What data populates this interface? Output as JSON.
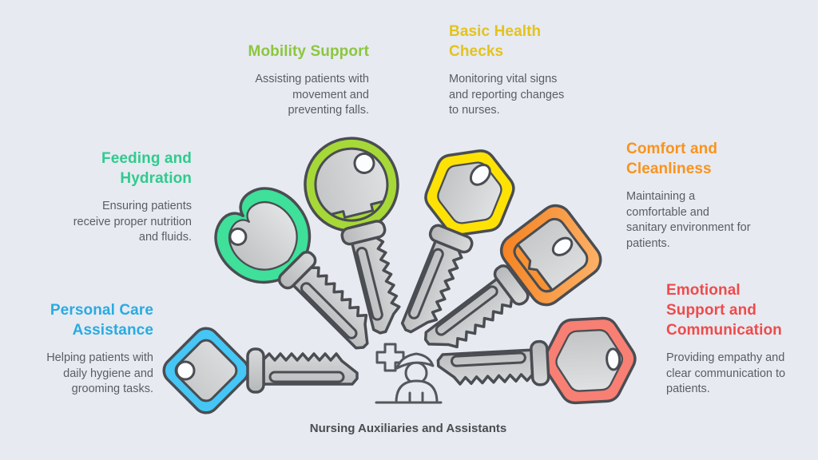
{
  "background_color": "#E7EAF1",
  "caption": "Nursing Auxiliaries and Assistants",
  "center_icons": {
    "plus": "medical-plus-icon",
    "person": "nurse-person-icon"
  },
  "outline_color": "#4A4D52",
  "duties": [
    {
      "id": "personal-care-assistance",
      "title": "Personal Care Assistance",
      "title_lines": [
        "Personal Care",
        "Assistance"
      ],
      "description": "Helping patients with daily hygiene and grooming tasks.",
      "description_lines": [
        "Helping patients with",
        "daily hygiene and",
        "grooming tasks."
      ],
      "title_color": "#29ABE2",
      "key_color": "#45C6F5",
      "key_head_shape": "rounded-diamond"
    },
    {
      "id": "feeding-and-hydration",
      "title": "Feeding and Hydration",
      "title_lines": [
        "Feeding and",
        "Hydration"
      ],
      "description": "Ensuring patients receive proper nutrition and fluids.",
      "description_lines": [
        "Ensuring patients",
        "receive proper nutrition",
        "and fluids."
      ],
      "title_color": "#2FCB8E",
      "key_color": "#3EE09A",
      "key_head_shape": "heart"
    },
    {
      "id": "mobility-support",
      "title": "Mobility Support",
      "title_lines": [
        "Mobility Support"
      ],
      "description": "Assisting patients with movement and preventing falls.",
      "description_lines": [
        "Assisting patients with",
        "movement and",
        "preventing falls."
      ],
      "title_color": "#8CC63F",
      "key_color": "#A6D838",
      "key_head_shape": "circle"
    },
    {
      "id": "basic-health-checks",
      "title": "Basic Health Checks",
      "title_lines": [
        "Basic Health",
        "Checks"
      ],
      "description": "Monitoring vital signs and reporting changes to nurses.",
      "description_lines": [
        "Monitoring vital signs",
        "and reporting changes",
        "to nurses."
      ],
      "title_color": "#E3C31C",
      "key_color": "#FFE205",
      "key_head_shape": "hexagon"
    },
    {
      "id": "comfort-and-cleanliness",
      "title": "Comfort and Cleanliness",
      "title_lines": [
        "Comfort and",
        "Cleanliness"
      ],
      "description": "Maintaining a comfortable and sanitary environment for patients.",
      "description_lines": [
        "Maintaining a",
        "comfortable and",
        "sanitary environment for",
        "patients."
      ],
      "title_color": "#F7941E",
      "key_color": "#F89C3E",
      "key_head_shape": "rounded-square"
    },
    {
      "id": "emotional-support-and-communication",
      "title": "Emotional Support and Communication",
      "title_lines": [
        "Emotional",
        "Support and",
        "Communication"
      ],
      "description": "Providing empathy and clear communication to patients.",
      "description_lines": [
        "Providing empathy and",
        "clear communication to",
        "patients."
      ],
      "title_color": "#EF4B4B",
      "key_color": "#F87F73",
      "key_head_shape": "hexagon"
    }
  ]
}
